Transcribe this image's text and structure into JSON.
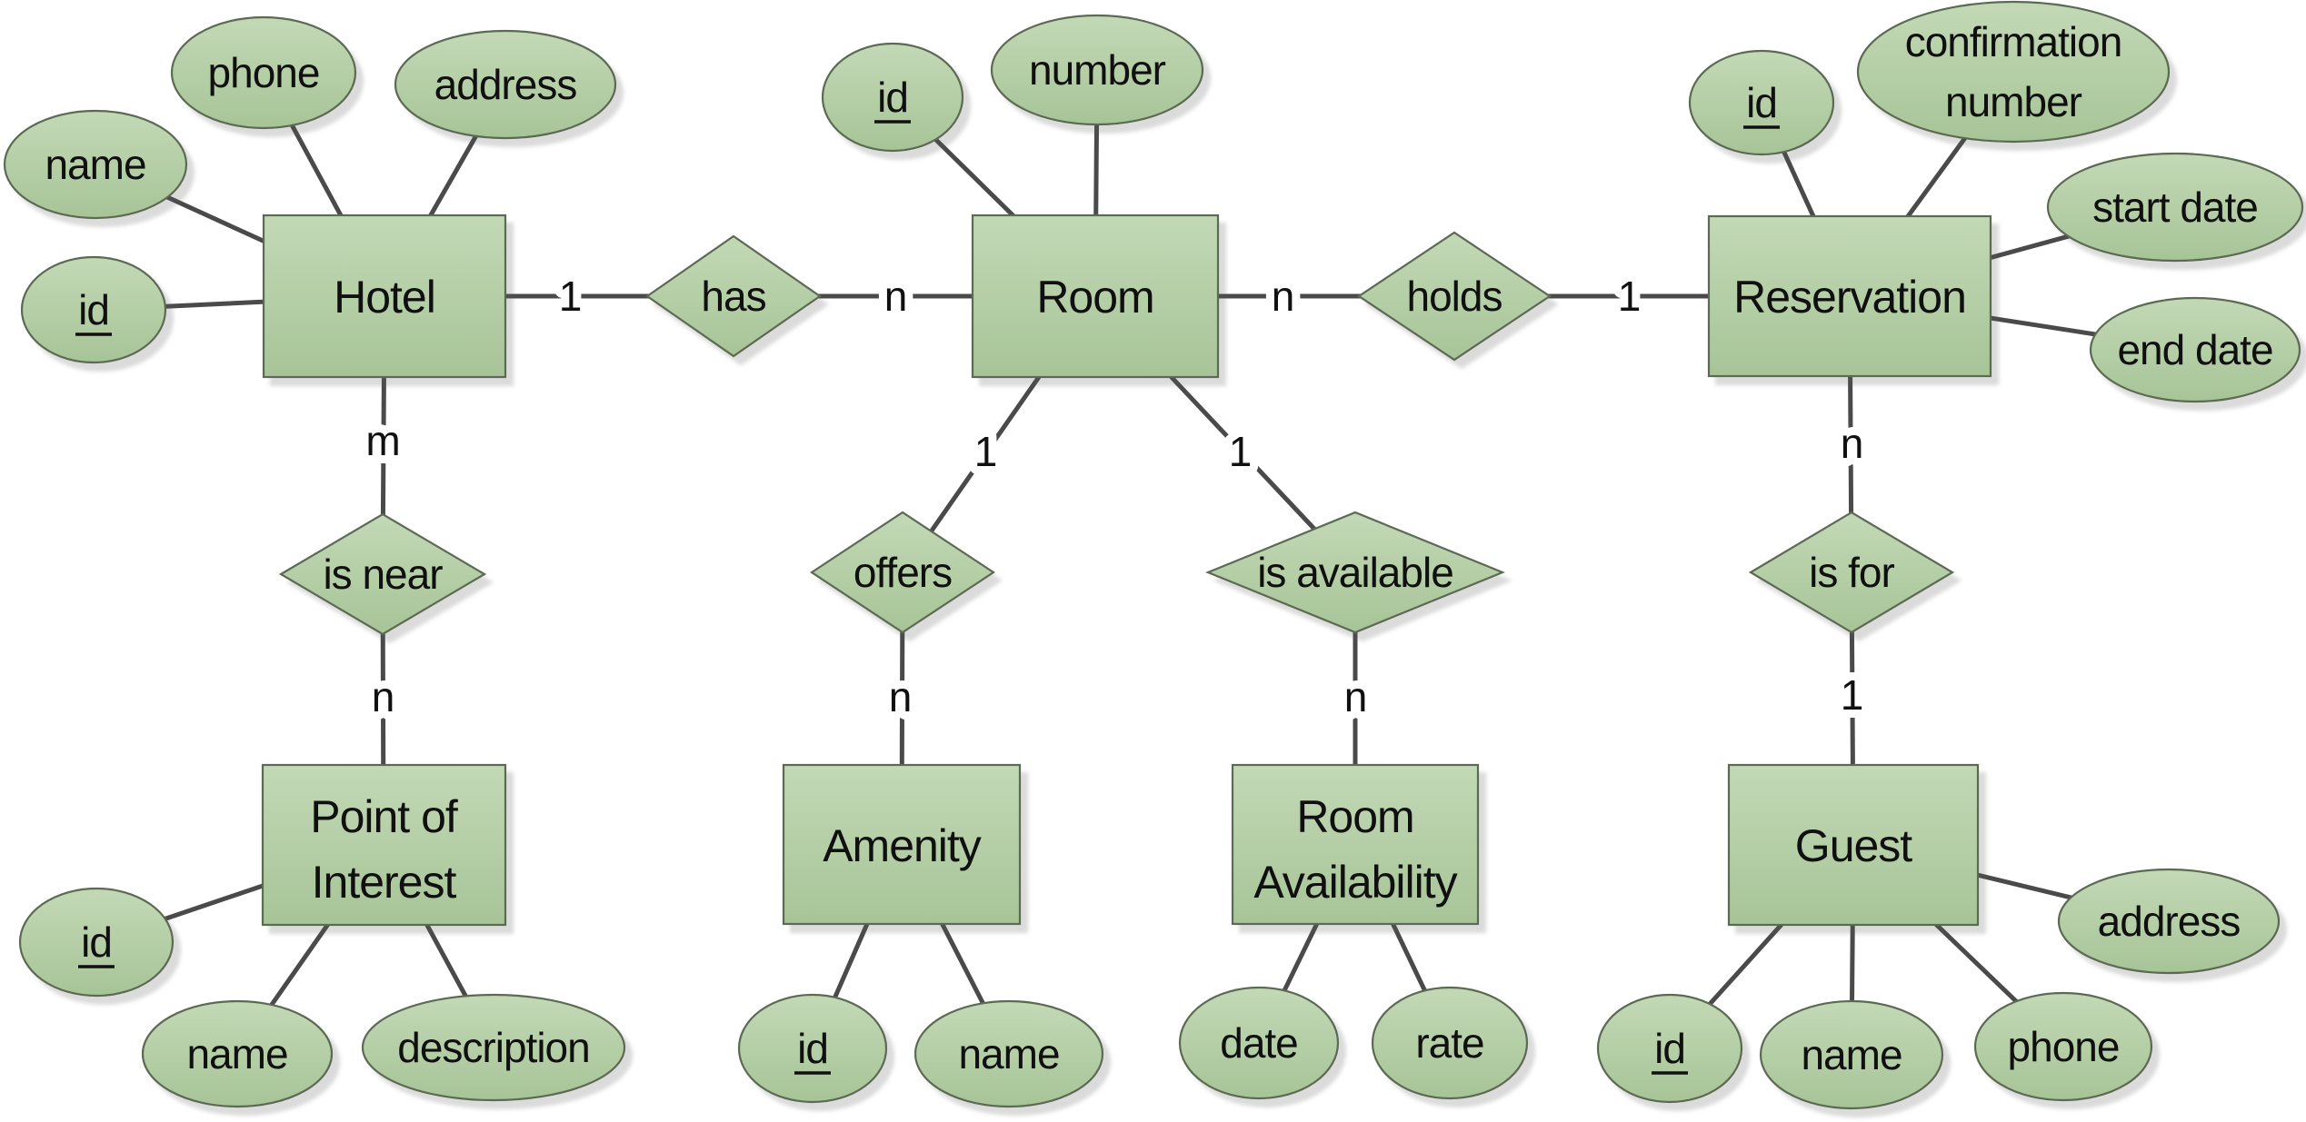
{
  "diagram": {
    "type": "entity-relationship-diagram",
    "colors": {
      "shape_fill_top": "#c3d9b6",
      "shape_fill_bottom": "#a7c497",
      "shape_border": "#5c6a54",
      "connector": "#4a4a4a",
      "text": "#101010",
      "background": "#ffffff"
    },
    "entities": {
      "hotel": {
        "label": "Hotel"
      },
      "room": {
        "label": "Room"
      },
      "reservation": {
        "label": "Reservation"
      },
      "point_of_interest": {
        "label": "Point of Interest",
        "line1": "Point of",
        "line2": "Interest"
      },
      "amenity": {
        "label": "Amenity"
      },
      "room_availability": {
        "label": "Room Availability",
        "line1": "Room",
        "line2": "Availability"
      },
      "guest": {
        "label": "Guest"
      }
    },
    "attributes": {
      "hotel_id": {
        "label": "id",
        "primary_key": true
      },
      "hotel_name": {
        "label": "name"
      },
      "hotel_phone": {
        "label": "phone"
      },
      "hotel_address": {
        "label": "address"
      },
      "room_id": {
        "label": "id",
        "primary_key": true
      },
      "room_number": {
        "label": "number"
      },
      "reservation_id": {
        "label": "id",
        "primary_key": true
      },
      "reservation_confirmation_number": {
        "label": "confirmation number",
        "line1": "confirmation",
        "line2": "number"
      },
      "reservation_start_date": {
        "label": "start date"
      },
      "reservation_end_date": {
        "label": "end date"
      },
      "poi_id": {
        "label": "id",
        "primary_key": true
      },
      "poi_name": {
        "label": "name"
      },
      "poi_description": {
        "label": "description"
      },
      "amenity_id": {
        "label": "id",
        "primary_key": true
      },
      "amenity_name": {
        "label": "name"
      },
      "room_availability_date": {
        "label": "date"
      },
      "room_availability_rate": {
        "label": "rate"
      },
      "guest_id": {
        "label": "id",
        "primary_key": true
      },
      "guest_name": {
        "label": "name"
      },
      "guest_phone": {
        "label": "phone"
      },
      "guest_address": {
        "label": "address"
      }
    },
    "relationships": {
      "has": {
        "label": "has",
        "from": "Hotel",
        "to": "Room",
        "from_cardinality": "1",
        "to_cardinality": "n"
      },
      "holds": {
        "label": "holds",
        "from": "Room",
        "to": "Reservation",
        "from_cardinality": "n",
        "to_cardinality": "1"
      },
      "is_near": {
        "label": "is near",
        "from": "Hotel",
        "to": "Point of Interest",
        "from_cardinality": "m",
        "to_cardinality": "n"
      },
      "offers": {
        "label": "offers",
        "from": "Room",
        "to": "Amenity",
        "from_cardinality": "1",
        "to_cardinality": "n"
      },
      "is_available": {
        "label": "is available",
        "from": "Room",
        "to": "Room Availability",
        "from_cardinality": "1",
        "to_cardinality": "n"
      },
      "is_for": {
        "label": "is for",
        "from": "Reservation",
        "to": "Guest",
        "from_cardinality": "n",
        "to_cardinality": "1"
      }
    }
  }
}
